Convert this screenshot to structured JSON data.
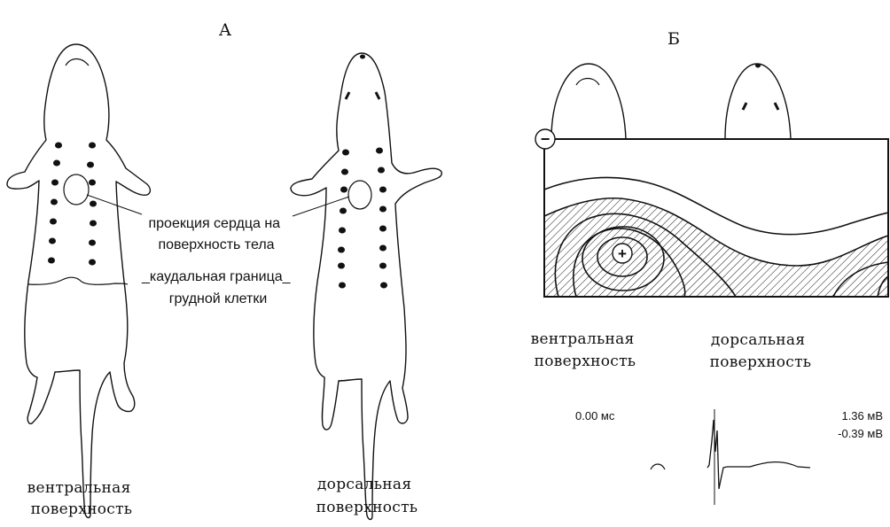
{
  "panel_a": {
    "label": "А",
    "ventral_caption": [
      "вентральная",
      "поверхность"
    ],
    "dorsal_caption": [
      "дорсальная",
      "поверхность"
    ],
    "heart_projection_label": [
      "проекция сердца на",
      "поверхность тела"
    ],
    "caudal_border_label": [
      "_каудальная граница_",
      "грудной клетки"
    ]
  },
  "panel_b": {
    "label": "Б",
    "minus_sign": "−",
    "plus_sign": "+",
    "ventral_caption": [
      "вентральная",
      "поверхность"
    ],
    "dorsal_caption": [
      "дорсальная",
      "поверхность"
    ],
    "time_readout": "0.00 мс",
    "max_readout": "1.36 мВ",
    "min_readout": "-0.39 мВ"
  },
  "colors": {
    "ink": "#111111",
    "background": "#ffffff"
  }
}
